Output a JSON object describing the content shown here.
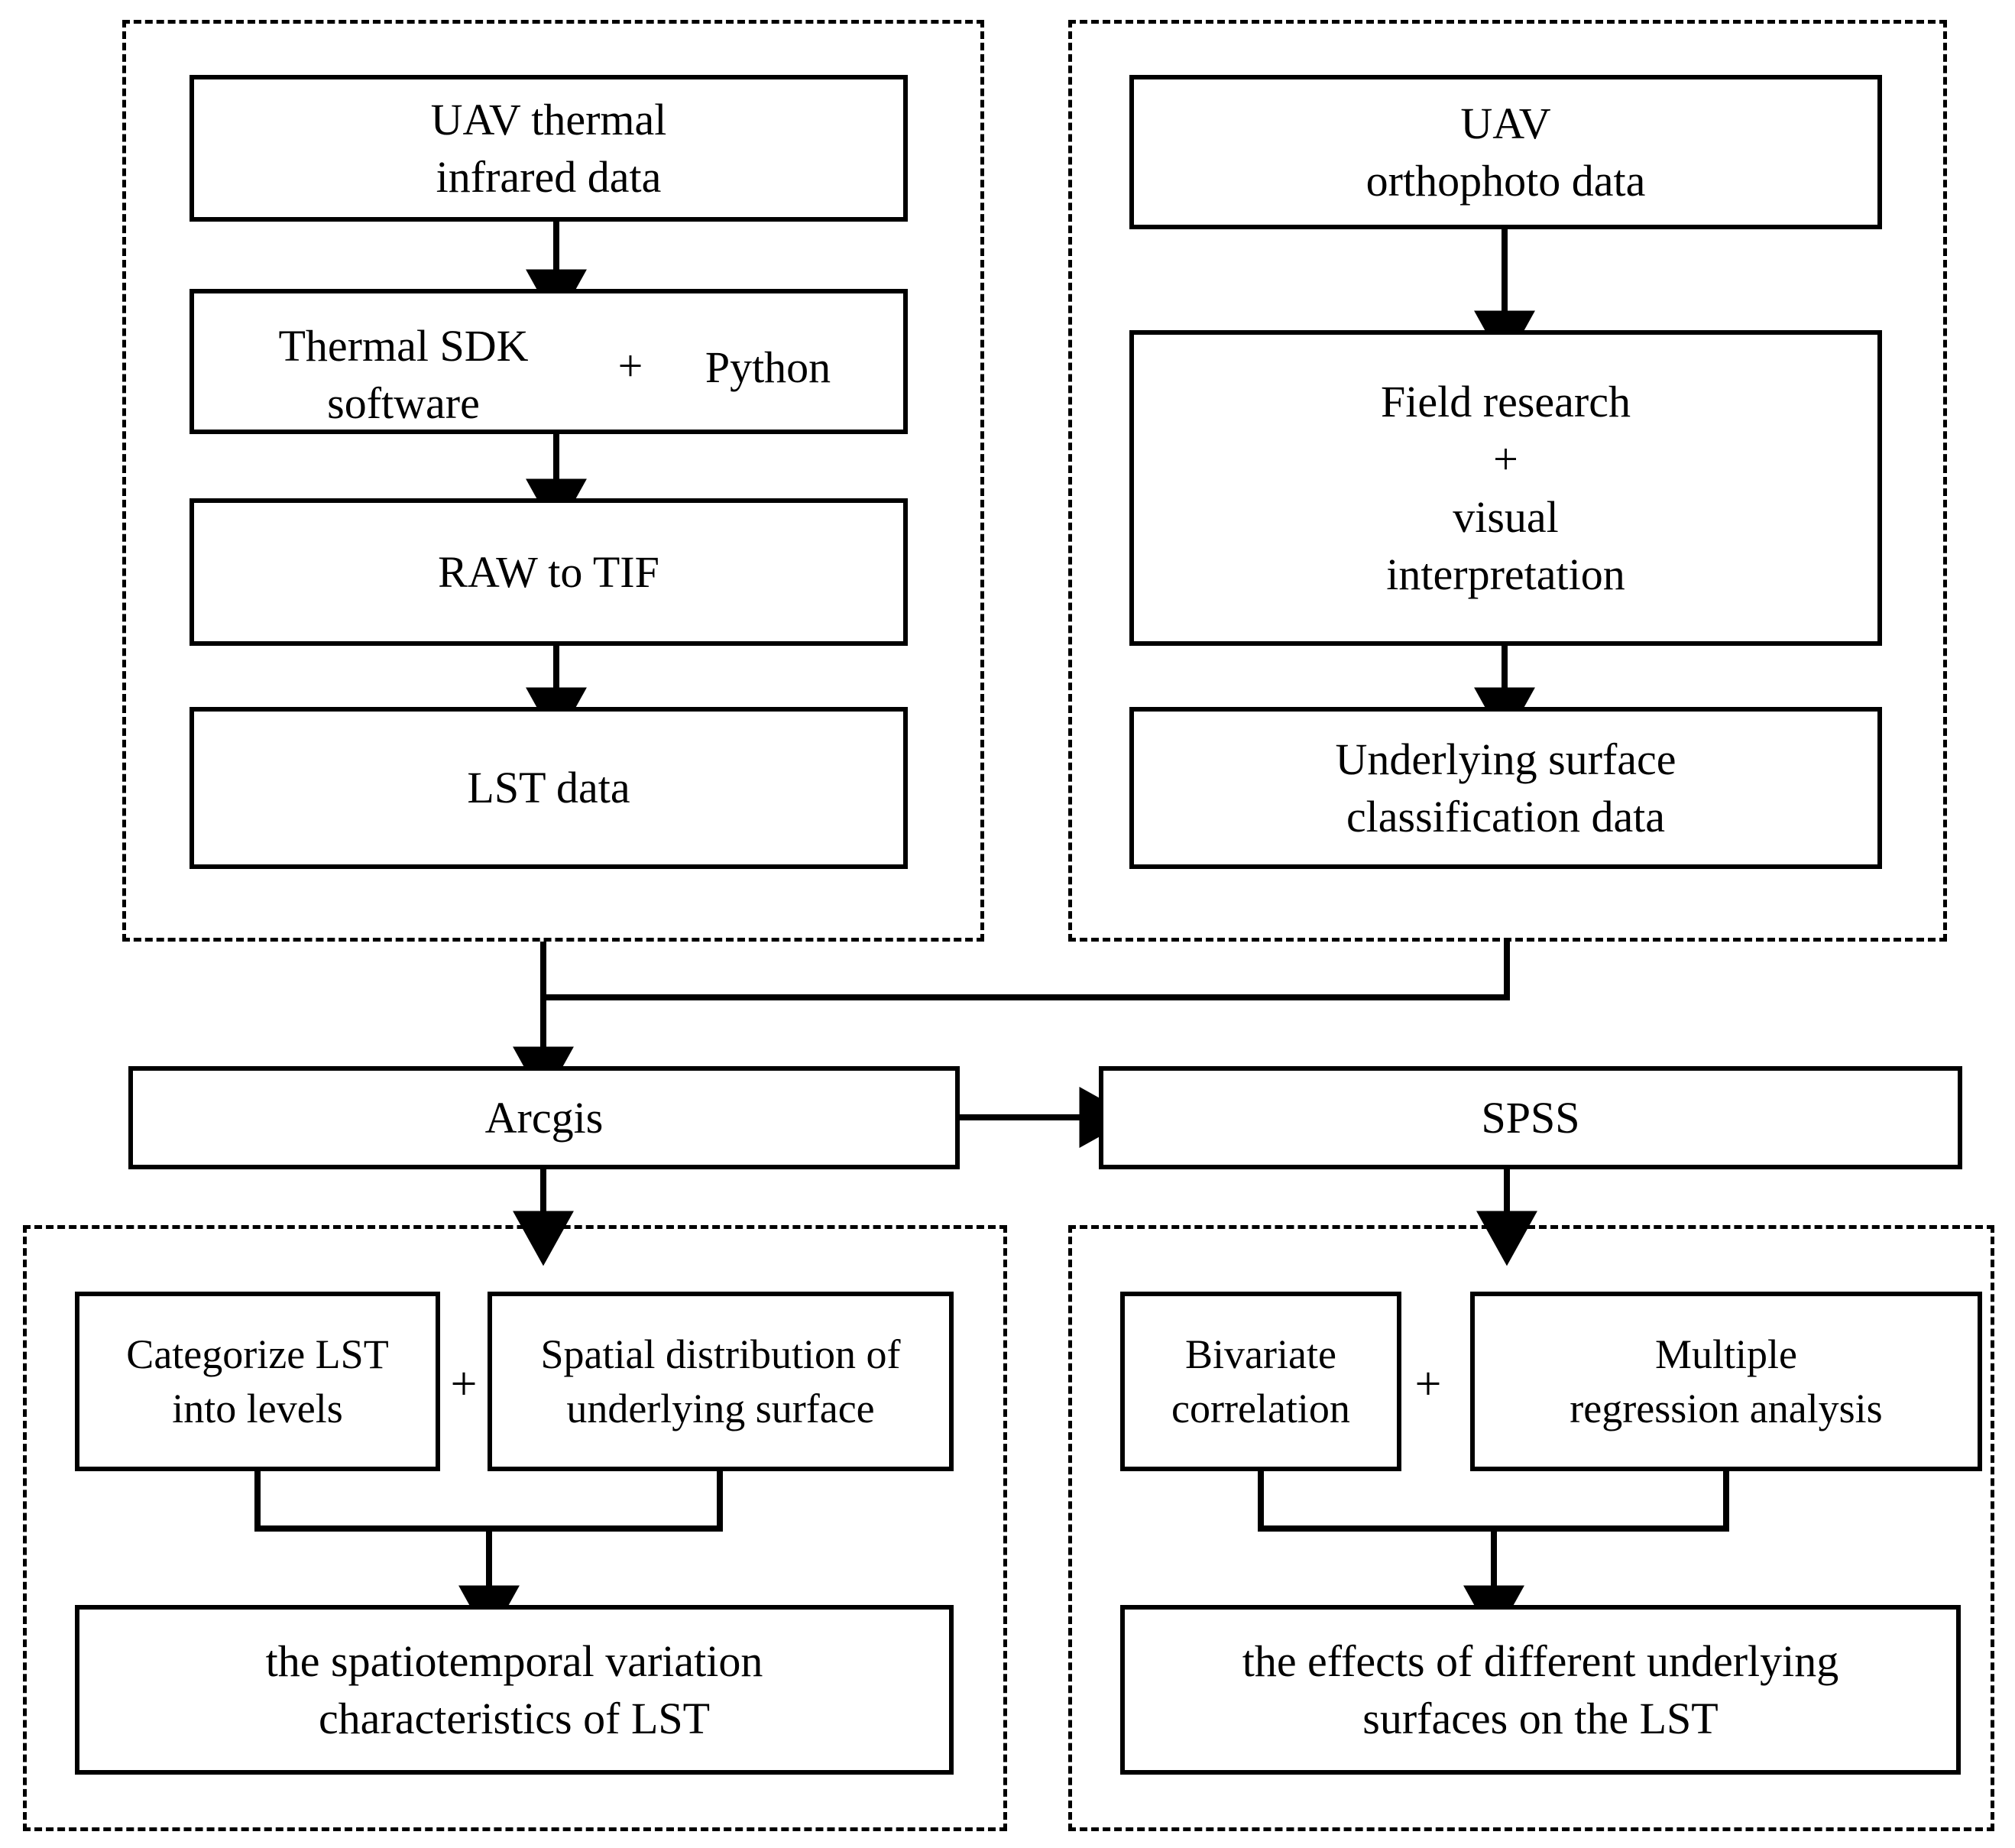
{
  "diagram": {
    "title": "UAV LST research workflow flowchart",
    "stroke_color": "#000000",
    "background_color": "#ffffff",
    "groups": [
      {
        "name": "thermal-data-group"
      },
      {
        "name": "orthophoto-data-group"
      },
      {
        "name": "arcgis-analysis-group"
      },
      {
        "name": "spss-analysis-group"
      }
    ],
    "nodes": {
      "uav_thermal": "UAV thermal\ninfrared data",
      "thermal_sdk": "Thermal  SDK\nsoftware",
      "python": "Python",
      "plus_sdk_python": "+",
      "raw_to_tif": "RAW to TIF",
      "lst_data": "LST data",
      "uav_orthophoto": "UAV\northophoto data",
      "field_research": "Field research\n+\nvisual\ninterpretation",
      "underlying_surface": "Underlying surface\nclassification data",
      "arcgis": "Arcgis",
      "spss": "SPSS",
      "categorize_lst": "Categorize LST\ninto levels",
      "plus_left": "+",
      "spatial_distribution": "Spatial distribution of\nunderlying surface",
      "outcome_left": "the spatiotemporal variation\ncharacteristics of LST",
      "bivariate": "Bivariate\ncorrelation",
      "plus_right": "+",
      "multiple_regression": "Multiple\nregression analysis",
      "outcome_right": "the effects of different underlying\nsurfaces on the LST"
    }
  }
}
